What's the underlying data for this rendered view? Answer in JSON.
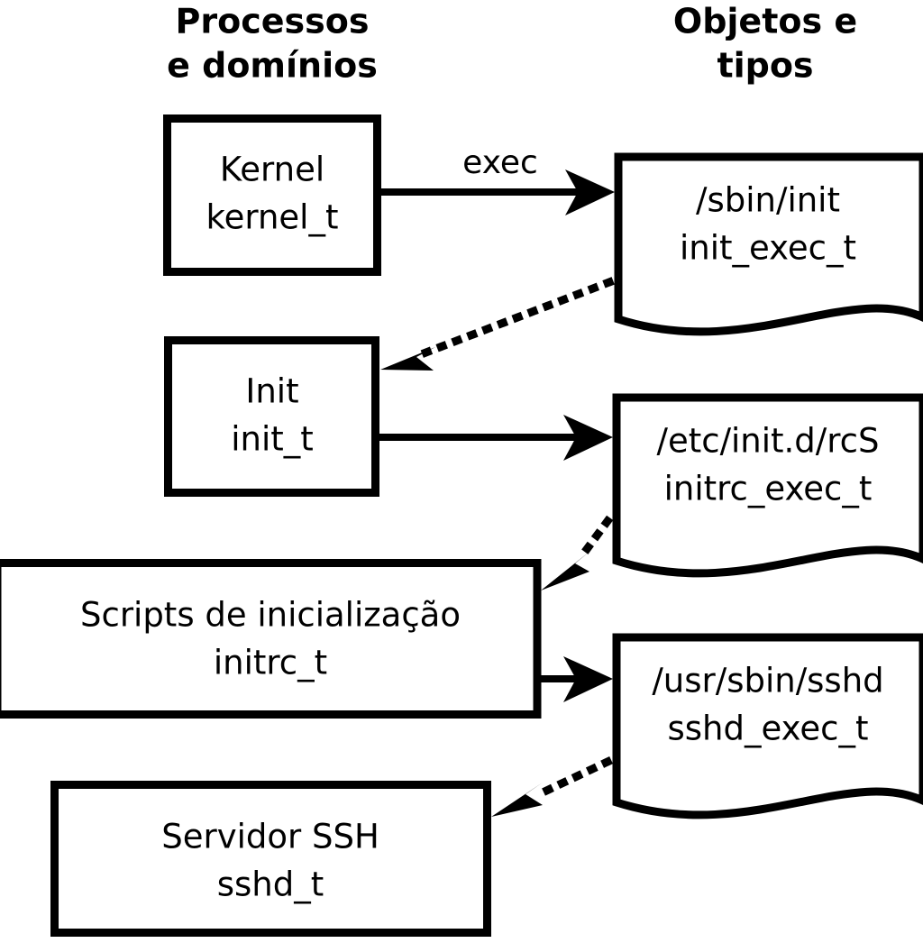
{
  "diagram": {
    "title_columns": {
      "left": {
        "line1": "Processos",
        "line2": "e domínios"
      },
      "right": {
        "line1": "Objetos e",
        "line2": "tipos"
      }
    },
    "process_nodes": [
      {
        "id": "kernel",
        "line1": "Kernel",
        "line2": "kernel_t"
      },
      {
        "id": "init",
        "line1": "Init",
        "line2": "init_t"
      },
      {
        "id": "initrc",
        "line1": "Scripts de inicialização",
        "line2": "initrc_t"
      },
      {
        "id": "sshd",
        "line1": "Servidor SSH",
        "line2": "sshd_t"
      }
    ],
    "object_nodes": [
      {
        "id": "init_exec",
        "line1": "/sbin/init",
        "line2": "init_exec_t"
      },
      {
        "id": "initrc_exec",
        "line1": "/etc/init.d/rcS",
        "line2": "initrc_exec_t"
      },
      {
        "id": "sshd_exec",
        "line1": "/usr/sbin/sshd",
        "line2": "sshd_exec_t"
      }
    ],
    "edges": [
      {
        "id": "kernel-to-init-exec",
        "label": "exec",
        "style": "solid",
        "from": "kernel",
        "to": "init_exec"
      },
      {
        "id": "init-exec-to-init",
        "label": "",
        "style": "dotted",
        "from": "init_exec",
        "to": "init"
      },
      {
        "id": "init-to-initrc-exec",
        "label": "",
        "style": "solid",
        "from": "init",
        "to": "initrc_exec"
      },
      {
        "id": "initrc-exec-to-initrc",
        "label": "",
        "style": "dotted",
        "from": "initrc_exec",
        "to": "initrc"
      },
      {
        "id": "initrc-to-sshd-exec",
        "label": "",
        "style": "solid",
        "from": "initrc",
        "to": "sshd_exec"
      },
      {
        "id": "sshd-exec-to-sshd",
        "label": "",
        "style": "dotted",
        "from": "sshd_exec",
        "to": "sshd"
      }
    ],
    "colors": {
      "stroke": "#000000",
      "fill": "#ffffff",
      "background": "#ffffff"
    }
  }
}
